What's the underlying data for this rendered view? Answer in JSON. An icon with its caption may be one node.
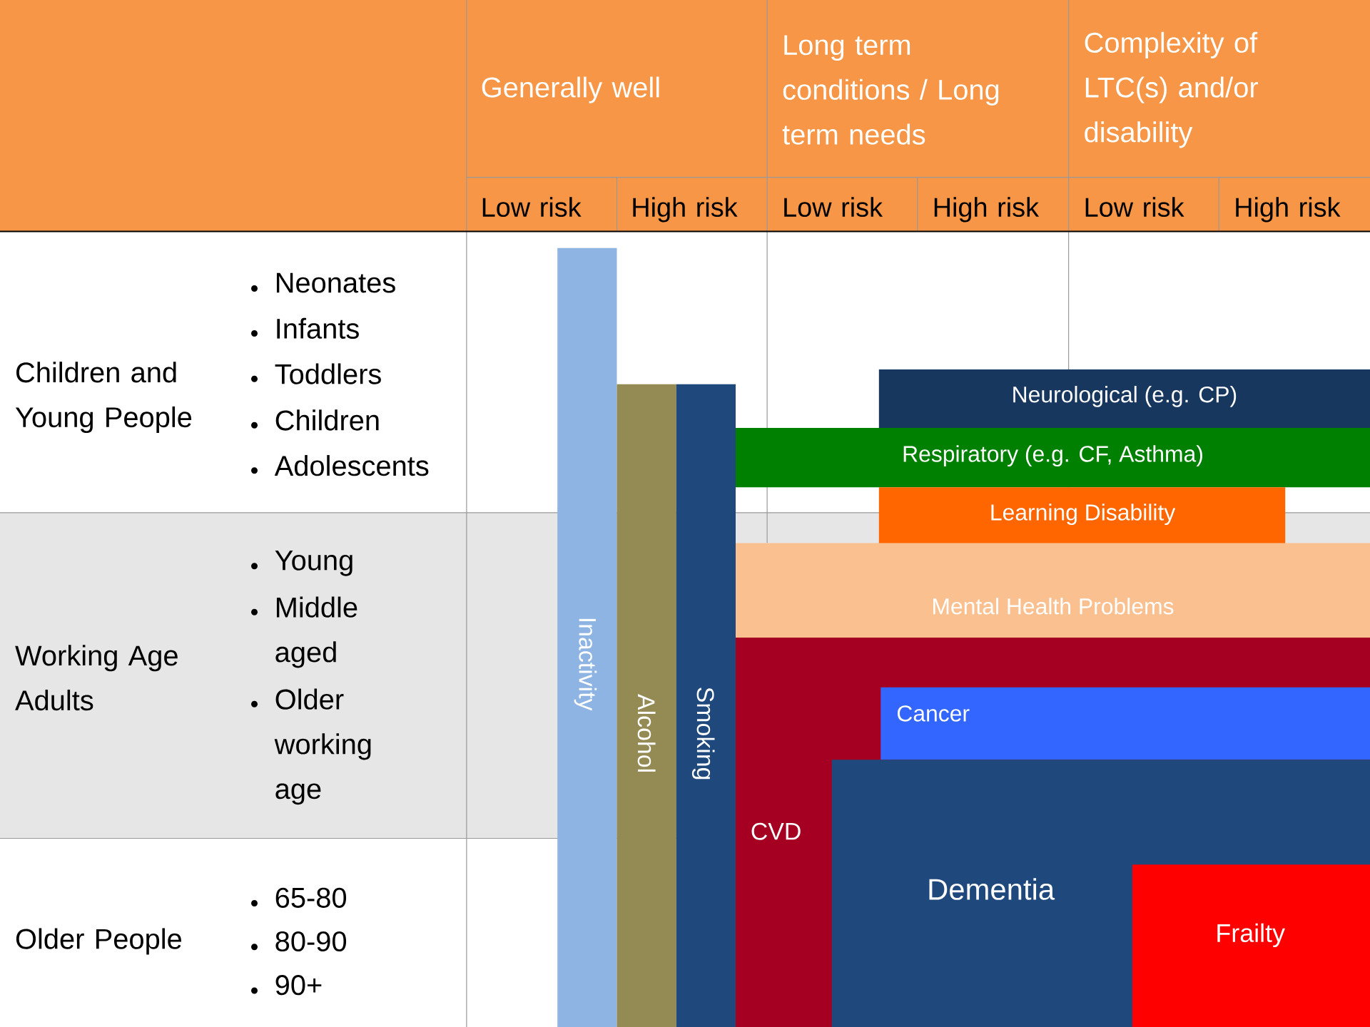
{
  "diagram": {
    "nodes": [
      {
        "text": [
          "Inactivity"
        ]
      },
      {
        "text": [
          "Alcohol"
        ]
      },
      {
        "text": [
          "Smoking"
        ]
      },
      {
        "text": [
          "Neurological (e.g. CP)"
        ]
      },
      {
        "text": [
          "Respiratory (e.g. CF, Asthma)"
        ]
      },
      {
        "text": [
          "Learning Disability"
        ]
      },
      {
        "text": [
          "Mental Health Problems"
        ]
      },
      {
        "text": [
          "CVD"
        ]
      },
      {
        "text": [
          "Cancer"
        ],
        "in": 7
      },
      {
        "text": [
          "Dementia"
        ],
        "in": 7
      },
      {
        "text": [
          "Frailty"
        ],
        "in": 9
      }
    ],
    "labels": [
      "Generally well",
      "Long term conditions / Long term needs",
      "Complexity of LTC(s) and/or disability",
      "Low risk",
      "High risk",
      "Low risk",
      "High risk",
      "Low risk",
      "High risk",
      "Children and Young People",
      "Neonates",
      "Infants",
      "Toddlers",
      "Children",
      "Adolescents",
      "Working Age Adults",
      "Young",
      "Middle aged",
      "Older working age",
      "Older People",
      "65-80",
      "80-90",
      "90+"
    ]
  }
}
